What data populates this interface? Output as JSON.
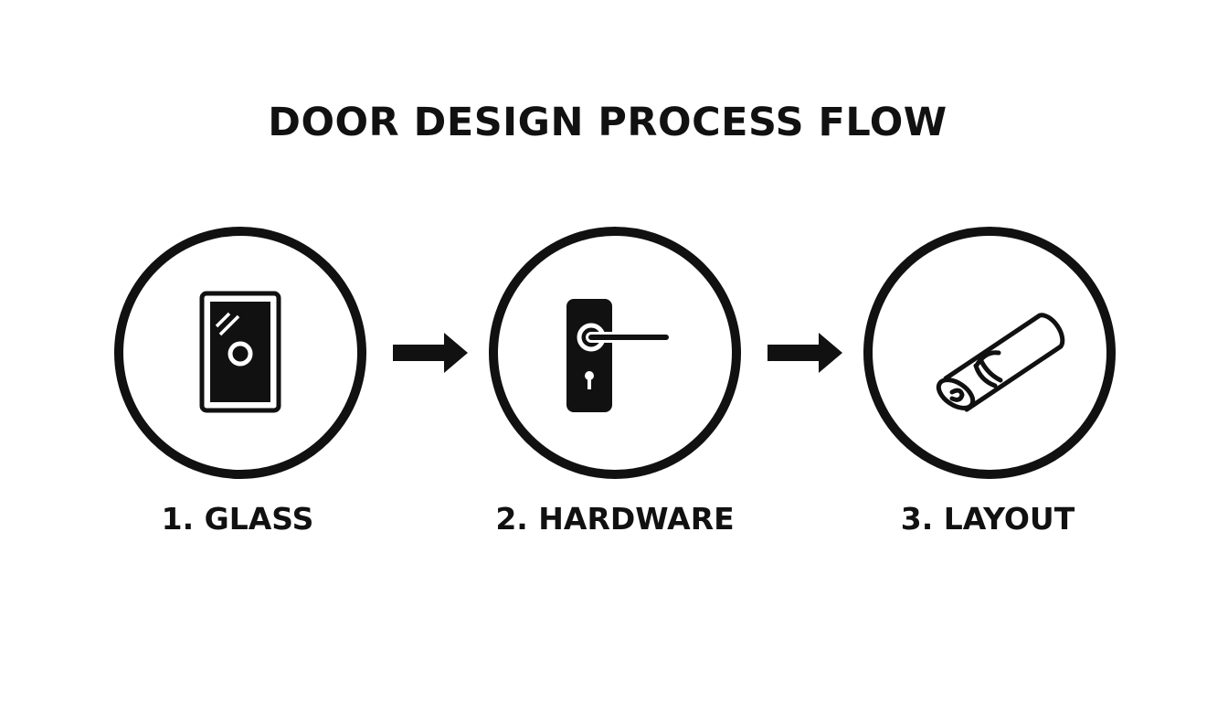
{
  "title": "DOOR DESIGN PROCESS FLOW",
  "steps": [
    {
      "label": "1. GLASS",
      "icon": "glass-panel-icon"
    },
    {
      "label": "2. HARDWARE",
      "icon": "door-handle-icon"
    },
    {
      "label": "3. LAYOUT",
      "icon": "blueprint-roll-icon"
    }
  ],
  "connectors": [
    "arrow-right-icon",
    "arrow-right-icon"
  ],
  "colors": {
    "ink": "#111111",
    "background": "#ffffff"
  }
}
